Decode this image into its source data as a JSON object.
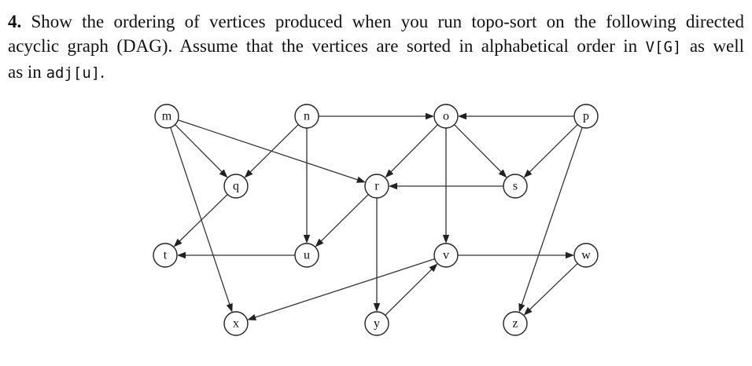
{
  "problem": {
    "number": "4.",
    "line1": "Show the ordering of vertices produced when you run topo-sort on the following directed",
    "line2_a": "acyclic graph (DAG). Assume that the vertices are sorted in alphabetical order in",
    "line2_code": "V[G]",
    "line2_b": "as well",
    "line3_a": "as in",
    "line3_code": "adj[u]",
    "line3_b": "."
  },
  "graph": {
    "nodes": [
      {
        "id": "m",
        "label": "m"
      },
      {
        "id": "n",
        "label": "n"
      },
      {
        "id": "o",
        "label": "o"
      },
      {
        "id": "p",
        "label": "p"
      },
      {
        "id": "q",
        "label": "q"
      },
      {
        "id": "r",
        "label": "r"
      },
      {
        "id": "s",
        "label": "s"
      },
      {
        "id": "t",
        "label": "t"
      },
      {
        "id": "u",
        "label": "u"
      },
      {
        "id": "v",
        "label": "v"
      },
      {
        "id": "w",
        "label": "w"
      },
      {
        "id": "x",
        "label": "x"
      },
      {
        "id": "y",
        "label": "y"
      },
      {
        "id": "z",
        "label": "z"
      }
    ],
    "edges": [
      [
        "m",
        "q"
      ],
      [
        "m",
        "r"
      ],
      [
        "m",
        "x"
      ],
      [
        "n",
        "o"
      ],
      [
        "n",
        "q"
      ],
      [
        "n",
        "u"
      ],
      [
        "o",
        "r"
      ],
      [
        "o",
        "s"
      ],
      [
        "o",
        "v"
      ],
      [
        "p",
        "o"
      ],
      [
        "p",
        "s"
      ],
      [
        "p",
        "z"
      ],
      [
        "q",
        "t"
      ],
      [
        "r",
        "u"
      ],
      [
        "r",
        "y"
      ],
      [
        "s",
        "r"
      ],
      [
        "u",
        "t"
      ],
      [
        "v",
        "w"
      ],
      [
        "v",
        "x"
      ],
      [
        "w",
        "z"
      ],
      [
        "y",
        "v"
      ]
    ]
  }
}
